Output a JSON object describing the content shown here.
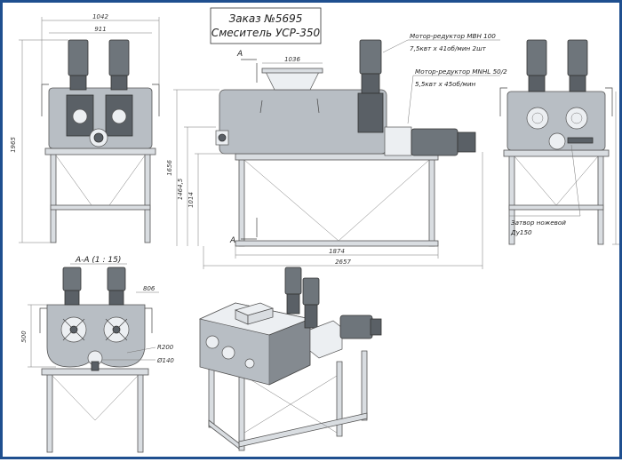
{
  "title": {
    "order": "Заказ №5695",
    "product": "Смеситель УСР-350"
  },
  "callouts": {
    "motor1_line1": "Мотор-редуктор МВН 100",
    "motor1_line2": "7,5квт х 41об/мин    2шт",
    "motor2_line1": "Мотор-редуктор MNHL 50/2",
    "motor2_line2": "5,5квт х 45об/мин",
    "valve_line1": "Затвор ножевой",
    "valve_line2": "Ду150"
  },
  "section": {
    "label": "А-А (1 : 15)",
    "mark_top": "А",
    "mark_bottom": "А"
  },
  "dimensions": {
    "front_width": "1042",
    "front_inner": "911",
    "front_height": "1965",
    "side_top": "1036",
    "side_h1": "1656",
    "side_h2": "1464,5",
    "side_h3": "1014",
    "side_base": "1874",
    "side_total": "2657",
    "sec_width": "806",
    "sec_height": "500",
    "sec_radius": "R200",
    "sec_dia": "Ø140"
  },
  "colors": {
    "border": "#1f4f8f"
  }
}
